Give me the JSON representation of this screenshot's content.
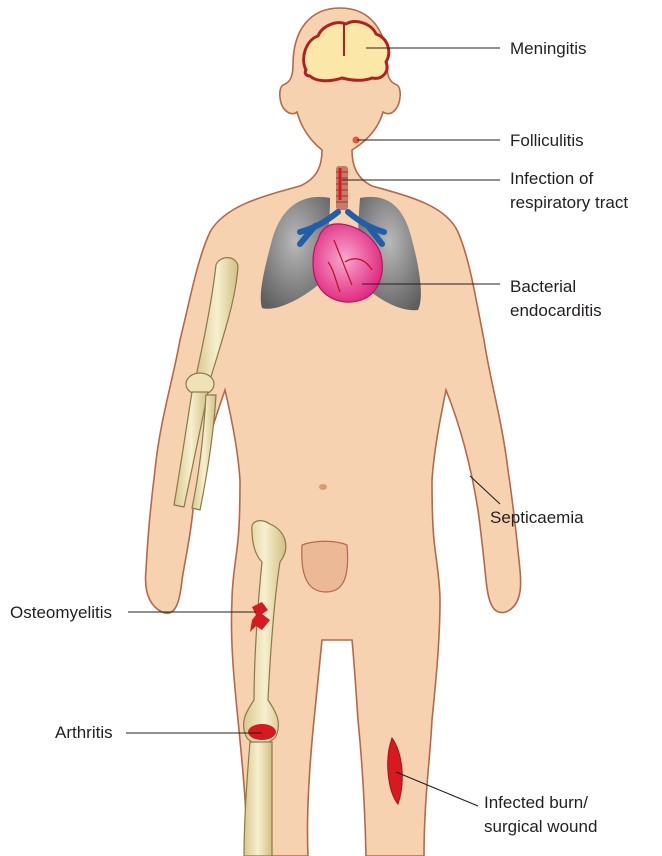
{
  "labels": {
    "meningitis": "Meningitis",
    "folliculitis": "Folliculitis",
    "respiratory_line1": "Infection of",
    "respiratory_line2": "respiratory tract",
    "endocarditis_line1": "Bacterial",
    "endocarditis_line2": "endocarditis",
    "septicaemia": "Septicaemia",
    "osteomyelitis": "Osteomyelitis",
    "arthritis": "Arthritis",
    "burn_line1": "Infected burn/",
    "burn_line2": "surgical wound"
  },
  "colors": {
    "skin": "#f6d2b0",
    "skin_outline": "#b5684a",
    "brain": "#fbe7a8",
    "brain_outline": "#b2201e",
    "lungs": "#7d7d7d",
    "bronchi": "#1f5fa8",
    "heart": "#e8338a",
    "bone": "#efe2b6",
    "bone_outline": "#8a7a4a",
    "lesion": "#d71920",
    "leader_line": "#231f20"
  }
}
